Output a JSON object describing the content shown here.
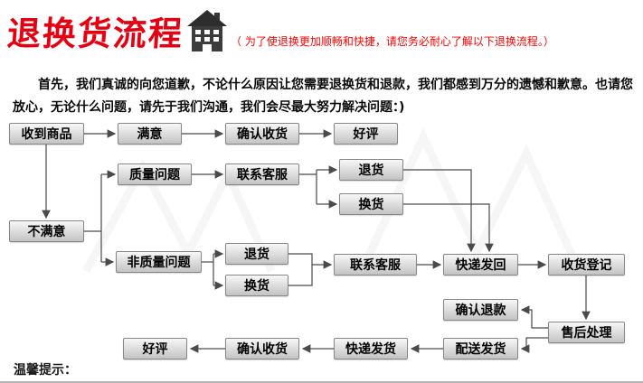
{
  "header": {
    "title": "退换货流程",
    "subtitle": "（ 为了使退换更加顺畅和快捷，请您务必耐心了解以下退换流程。）"
  },
  "intro": "首先，我们真诚的向您道歉，不论什么原因让您需要退换货和退款，我们都感到万分的遗憾和歉意。也请您放心，无论什么问题，请先于我们沟通，我们会尽最大努力解决问题：)",
  "footer": {
    "tip": "温馨提示："
  },
  "colors": {
    "title": "#e60012",
    "subtitle": "#fe0000",
    "node_border": "#878787",
    "node_fill_top": "#f7f7f7",
    "node_fill_bottom": "#c3c3c3",
    "arrow": "#555555"
  },
  "flowchart": {
    "nodes": [
      {
        "id": "received-goods",
        "label": "收到商品"
      },
      {
        "id": "satisfied",
        "label": "满意"
      },
      {
        "id": "confirm-receipt-top",
        "label": "确认收货"
      },
      {
        "id": "good-review-top",
        "label": "好评"
      },
      {
        "id": "quality-issue",
        "label": "质量问题"
      },
      {
        "id": "contact-service-quality",
        "label": "联系客服"
      },
      {
        "id": "return-quality",
        "label": "退货"
      },
      {
        "id": "exchange-quality",
        "label": "换货"
      },
      {
        "id": "unsatisfied",
        "label": "不满意"
      },
      {
        "id": "non-quality-issue",
        "label": "非质量问题"
      },
      {
        "id": "return-nonquality",
        "label": "退货"
      },
      {
        "id": "exchange-nonquality",
        "label": "换货"
      },
      {
        "id": "contact-service-nonquality",
        "label": "联系客服"
      },
      {
        "id": "express-send-back",
        "label": "快递发回"
      },
      {
        "id": "receipt-register",
        "label": "收货登记"
      },
      {
        "id": "confirm-refund",
        "label": "确认退款"
      },
      {
        "id": "aftersales-processing",
        "label": "售后处理"
      },
      {
        "id": "good-review-bottom",
        "label": "好评"
      },
      {
        "id": "confirm-receipt-bottom",
        "label": "确认收货"
      },
      {
        "id": "express-ship",
        "label": "快递发货"
      },
      {
        "id": "dispatch-ship",
        "label": "配送发货"
      }
    ],
    "edges": [
      {
        "from": "received-goods",
        "to": "satisfied"
      },
      {
        "from": "satisfied",
        "to": "confirm-receipt-top"
      },
      {
        "from": "confirm-receipt-top",
        "to": "good-review-top"
      },
      {
        "from": "received-goods",
        "to": "unsatisfied"
      },
      {
        "from": "unsatisfied",
        "to": "quality-issue"
      },
      {
        "from": "unsatisfied",
        "to": "non-quality-issue"
      },
      {
        "from": "quality-issue",
        "to": "contact-service-quality"
      },
      {
        "from": "contact-service-quality",
        "to": "return-quality"
      },
      {
        "from": "contact-service-quality",
        "to": "exchange-quality"
      },
      {
        "from": "return-quality",
        "to": "express-send-back"
      },
      {
        "from": "exchange-quality",
        "to": "express-send-back"
      },
      {
        "from": "non-quality-issue",
        "to": "return-nonquality"
      },
      {
        "from": "non-quality-issue",
        "to": "exchange-nonquality"
      },
      {
        "from": "return-nonquality",
        "to": "contact-service-nonquality"
      },
      {
        "from": "exchange-nonquality",
        "to": "contact-service-nonquality"
      },
      {
        "from": "contact-service-nonquality",
        "to": "express-send-back"
      },
      {
        "from": "express-send-back",
        "to": "receipt-register"
      },
      {
        "from": "receipt-register",
        "to": "aftersales-processing"
      },
      {
        "from": "aftersales-processing",
        "to": "confirm-refund"
      },
      {
        "from": "aftersales-processing",
        "to": "dispatch-ship"
      },
      {
        "from": "dispatch-ship",
        "to": "express-ship"
      },
      {
        "from": "express-ship",
        "to": "confirm-receipt-bottom"
      },
      {
        "from": "confirm-receipt-bottom",
        "to": "good-review-bottom"
      }
    ]
  }
}
